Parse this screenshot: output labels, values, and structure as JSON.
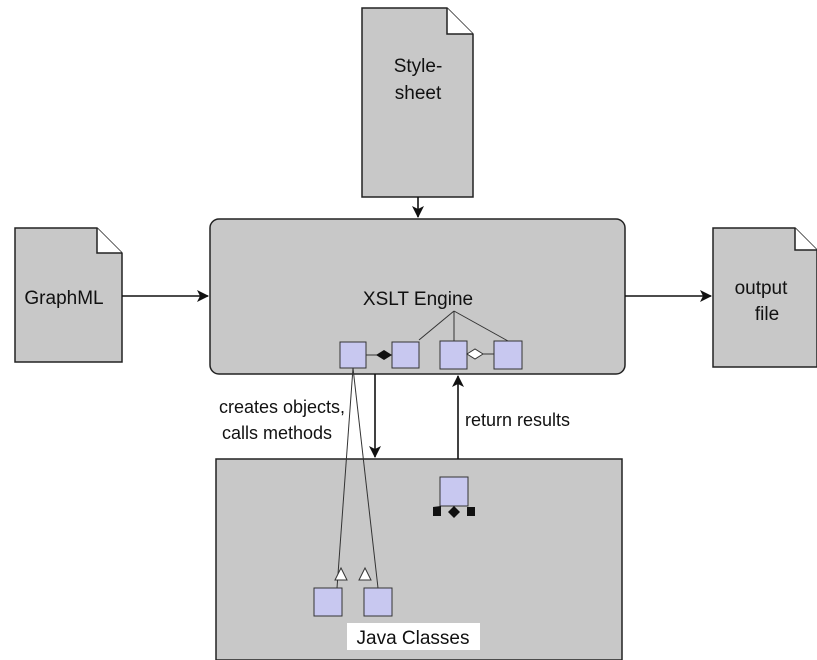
{
  "nodes": {
    "stylesheet": {
      "line1": "Style-",
      "line2": "sheet"
    },
    "graphml": {
      "label": "GraphML"
    },
    "engine": {
      "label": "XSLT Engine"
    },
    "output": {
      "line1": "output",
      "line2": "file"
    },
    "java": {
      "label": "Java Classes"
    }
  },
  "edges": {
    "creates": {
      "line1": "creates objects,",
      "line2": "calls methods"
    },
    "returns": {
      "label": "return results"
    }
  },
  "colors": {
    "fill": "#c8c8c8",
    "stroke": "#222222",
    "uml_class": "#c8c8f0",
    "uml_stroke": "#333333"
  }
}
